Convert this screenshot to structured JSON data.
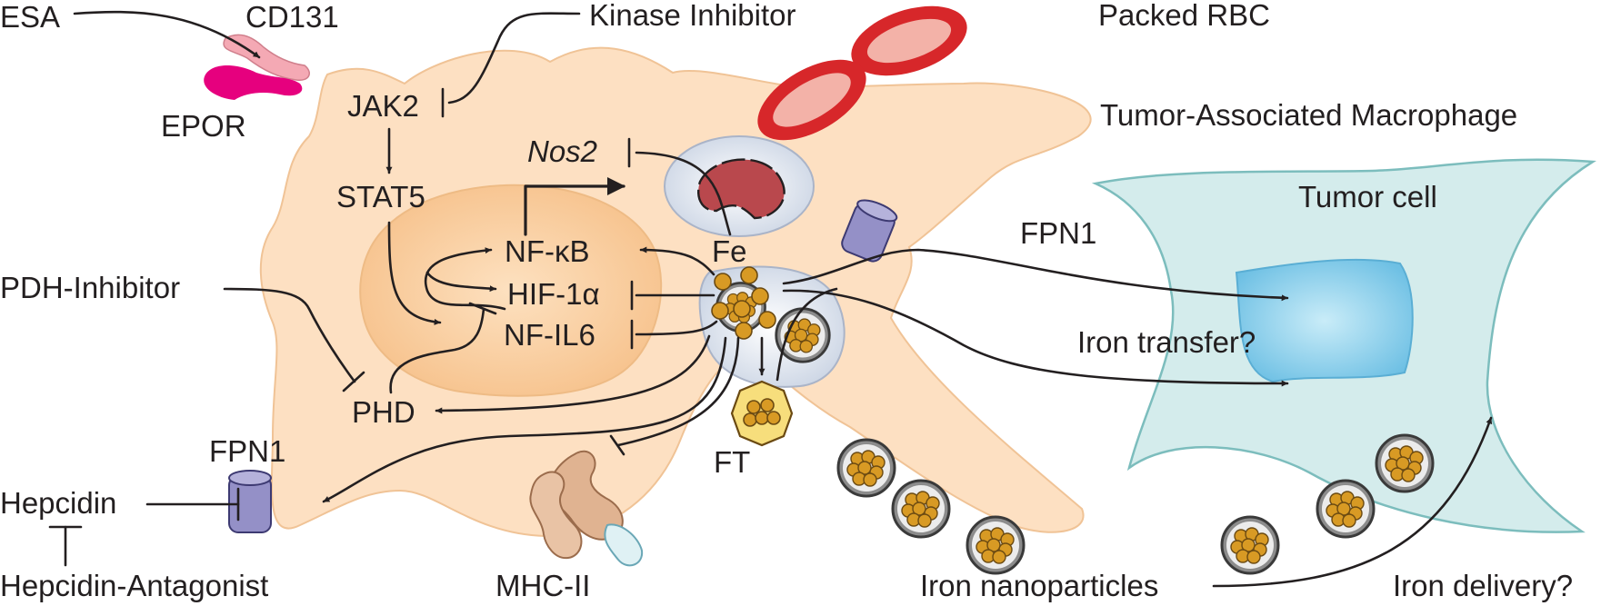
{
  "labels": {
    "esa": "ESA",
    "cd131": "CD131",
    "epor": "EPOR",
    "jak2": "JAK2",
    "kinase_inhibitor": "Kinase Inhibitor",
    "stat5": "STAT5",
    "nos2": "Nos2",
    "packed_rbc": "Packed RBC",
    "tam": "Tumor-Associated Macrophage",
    "tumor_cell": "Tumor cell",
    "fpn1_top": "FPN1",
    "nfkb": "NF-κB",
    "fe": "Fe",
    "hif1a": "HIF-1α",
    "nfil6": "NF-IL6",
    "pdh_inhibitor": "PDH-Inhibitor",
    "phd": "PHD",
    "iron_transfer": "Iron transfer?",
    "ft": "FT",
    "fpn1_left": "FPN1",
    "hepcidin": "Hepcidin",
    "hepcidin_antagonist": "Hepcidin-Antagonist",
    "mhc2": "MHC-II",
    "iron_nanoparticles": "Iron nanoparticles",
    "iron_delivery": "Iron delivery?"
  },
  "colors": {
    "macrophage_fill": "#fde0c2",
    "nucleus_fill": "#fbcf9f",
    "tumor_fill": "#d4ecec",
    "tumor_nucleus": "#8ecde8",
    "epor": "#e6007e",
    "cd131": "#f4a9b4",
    "fpn1": "#9490c7",
    "rbc_red": "#d7272a",
    "nanoparticle_core": "#d89a24",
    "mhc": "#e0b391"
  }
}
